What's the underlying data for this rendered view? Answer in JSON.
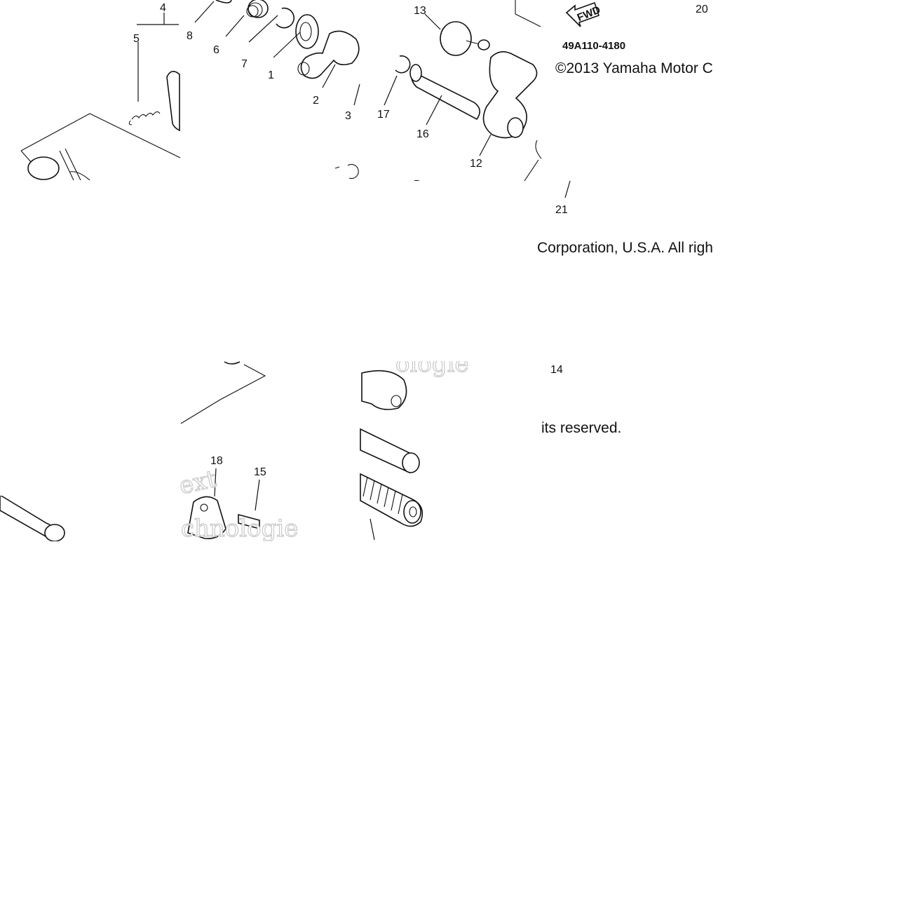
{
  "diagram": {
    "reference_number": "49A110-4180",
    "fwd_label": "FWD",
    "copyright_line_1": "©2013 Yamaha Motor C",
    "copyright_line_2": "Corporation, U.S.A. All righ",
    "copyright_line_3": "its reserved.",
    "watermark_1": "ext",
    "watermark_2": "chnologie",
    "watermark_3": "ologie",
    "callouts": [
      "1",
      "2",
      "3",
      "4",
      "5",
      "6",
      "7",
      "8",
      "12",
      "13",
      "14",
      "15",
      "16",
      "17",
      "18",
      "20",
      "21"
    ]
  }
}
